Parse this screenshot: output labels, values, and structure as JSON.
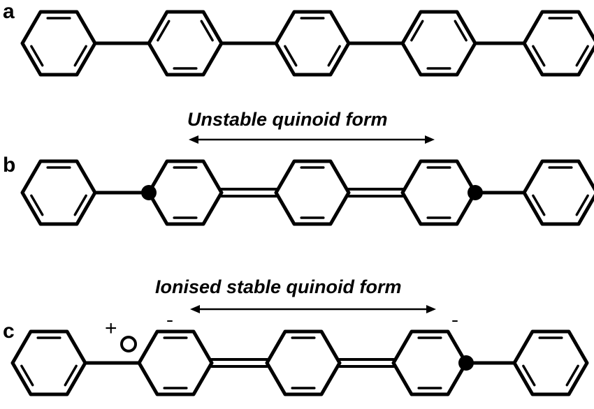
{
  "panels": {
    "a": {
      "label": "a"
    },
    "b": {
      "label": "b",
      "caption": "Unstable quinoid form"
    },
    "c": {
      "label": "c",
      "caption": "Ionised stable quinoid form",
      "charge": "+"
    }
  },
  "colors": {
    "ink": "#000000",
    "background": "#ffffff"
  },
  "structure": {
    "rings_per_chain": 5,
    "structures": [
      "benzenoid",
      "quinoid",
      "quinoid-polaron"
    ]
  }
}
